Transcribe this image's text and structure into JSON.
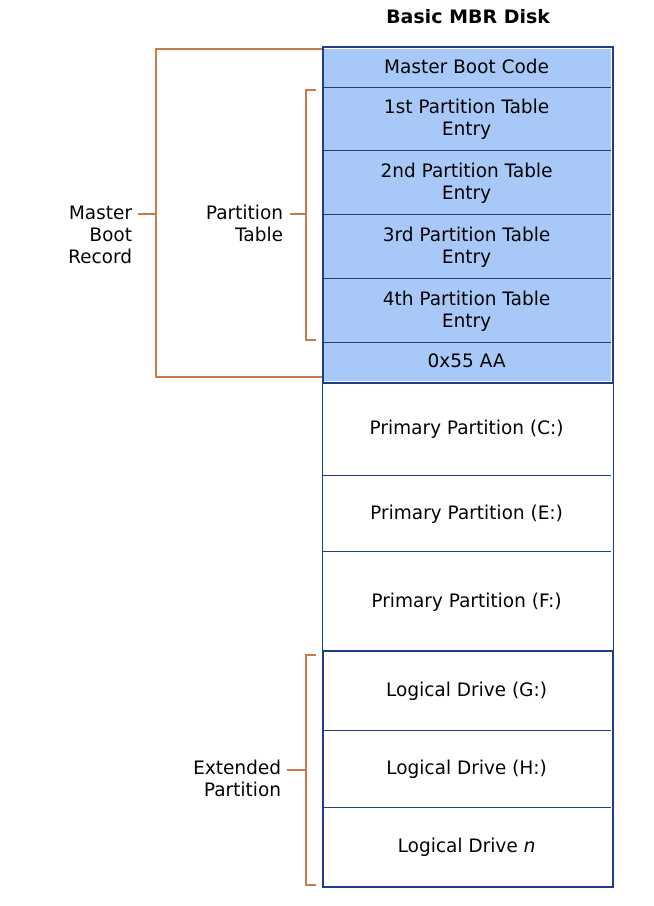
{
  "title": "Basic MBR Disk",
  "mbr_cells": [
    {
      "label": "Master Boot Code"
    },
    {
      "label": "1st Partition Table\nEntry"
    },
    {
      "label": "2nd Partition Table\nEntry"
    },
    {
      "label": "3rd Partition Table\nEntry"
    },
    {
      "label": "4th Partition Table\nEntry"
    },
    {
      "label": "0x55 AA"
    }
  ],
  "primary_partitions": [
    {
      "label": "Primary Partition (C:)"
    },
    {
      "label": "Primary Partition (E:)"
    },
    {
      "label": "Primary Partition (F:)"
    }
  ],
  "logical_drives": [
    {
      "label": "Logical Drive (G:)"
    },
    {
      "label": "Logical Drive (H:)"
    },
    {
      "label_prefix": "Logical Drive ",
      "label_var": "n"
    }
  ],
  "labels": {
    "master_boot_record": "Master\nBoot\nRecord",
    "partition_table": "Partition\nTable",
    "extended_partition": "Extended\nPartition"
  },
  "colors": {
    "mbr_fill": "#a8c8f8",
    "border": "#1e3d8c",
    "bracket": "#c87a4a"
  }
}
